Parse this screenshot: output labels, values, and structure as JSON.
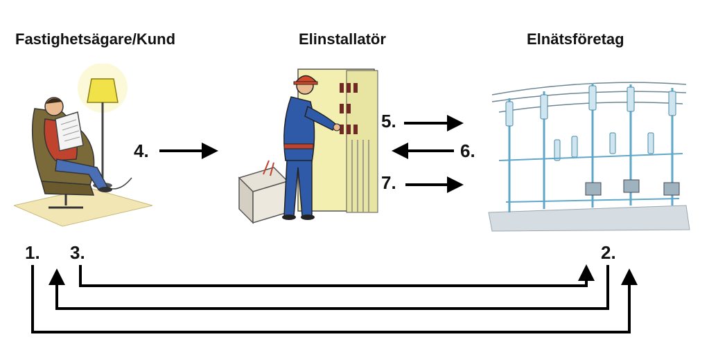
{
  "headers": {
    "customer": "Fastighetsägare/Kund",
    "installer": "Elinstallatör",
    "grid_company": "Elnätsföretag"
  },
  "steps": {
    "s1": "1.",
    "s2": "2.",
    "s3": "3.",
    "s4": "4.",
    "s5": "5.",
    "s6": "6.",
    "s7": "7."
  },
  "colors": {
    "arrow": "#000000",
    "lamp": "#f2e24a",
    "shirt": "#c0432e",
    "overall": "#2f5aa8",
    "cabinet": "#f3efb0",
    "steel": "#5fa7c9"
  }
}
